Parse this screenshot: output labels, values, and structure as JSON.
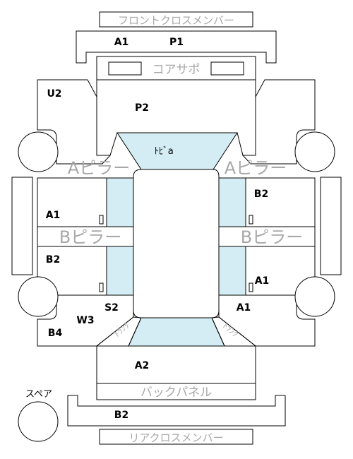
{
  "labels": {
    "front_cross_member": "フロントクロスメンバー",
    "core_support": "コアサポ",
    "a_pillar": "Aピラー",
    "b_pillar": "Bピラー",
    "back_panel": "バックパネル",
    "rear_cross_member": "リアクロスメンバー",
    "spare": "スペア",
    "roof": "ﾄﾋﾞa",
    "trunk_left": "ﾄﾗﾝｸ",
    "trunk_right": "ﾄﾗﾝｸ"
  },
  "codes": {
    "front_cross_member_left": "A1",
    "front_cross_member_right": "P1",
    "front_left_fender": "U2",
    "hood": "P2",
    "front_right_door": "B2",
    "front_left_door": "A1",
    "rear_left_door": "B2",
    "rear_right_door": "A1",
    "rear_left_lower": "S2",
    "rear_left_quarter": "W3",
    "rear_left_corner": "B4",
    "rear_right_quarter": "A1",
    "trunk_lid": "A2",
    "rear_cross_member": "B2"
  },
  "colors": {
    "line": "#000000",
    "glass_fill": "#d4ecf3",
    "label_gray": "#a8a8a8"
  }
}
